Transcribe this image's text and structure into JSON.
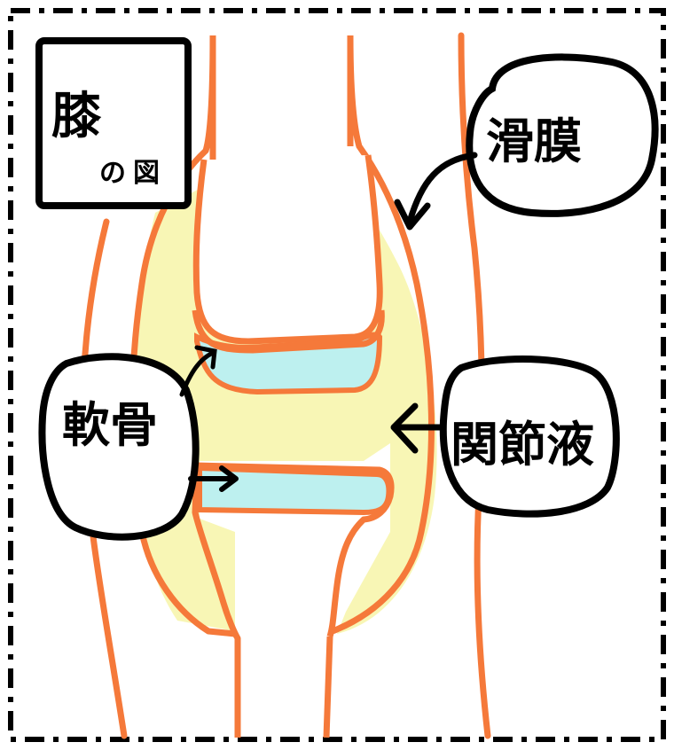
{
  "title": {
    "main": "膝",
    "particle": "の",
    "suffix": "図"
  },
  "labels": {
    "synovium": "滑膜",
    "cartilage": "軟骨",
    "synovial_fluid": "関節液"
  },
  "colors": {
    "bone_outline": "#f5793a",
    "cartilage_fill": "#bdf0ef",
    "fluid_fill": "#f7f5a8",
    "ink": "#000000",
    "frame": "#000000"
  }
}
